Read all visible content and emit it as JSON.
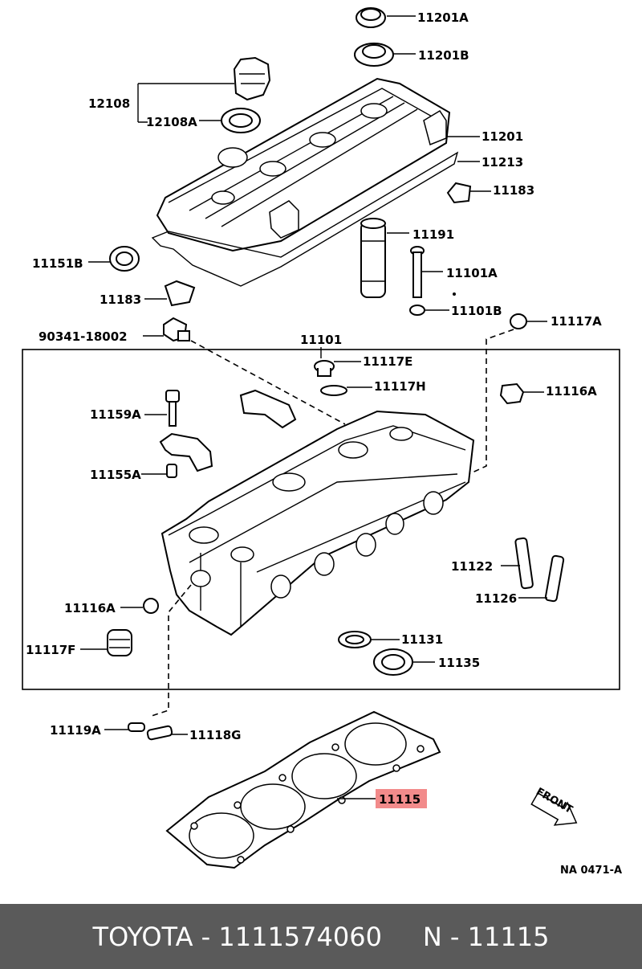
{
  "labels": {
    "p11201A": "11201A",
    "p11201B": "11201B",
    "p12108": "12108",
    "p12108A": "12108A",
    "p11201": "11201",
    "p11213": "11213",
    "p11183a": "11183",
    "p11151B": "11151B",
    "p11191": "11191",
    "p11101A": "11101A",
    "p11183b": "11183",
    "p11101B": "11101B",
    "p90341": "90341-18002",
    "p11101": "11101",
    "p11117A": "11117A",
    "p11117E": "11117E",
    "p11117H": "11117H",
    "p11116A_r": "11116A",
    "p11159A": "11159A",
    "p11155A": "11155A",
    "p11122": "11122",
    "p11126": "11126",
    "p11116A_l": "11116A",
    "p11131": "11131",
    "p11117F": "11117F",
    "p11135": "11135",
    "p11119A": "11119A",
    "p11118G": "11118G",
    "p11115": "11115",
    "front": "FRONT",
    "code": "NA 0471-A"
  },
  "footer": {
    "text": "TOYOTA - 1111574060     N - 11115"
  },
  "colors": {
    "highlight": "#f28b8b",
    "footer_bg": "#5a5a5a"
  }
}
